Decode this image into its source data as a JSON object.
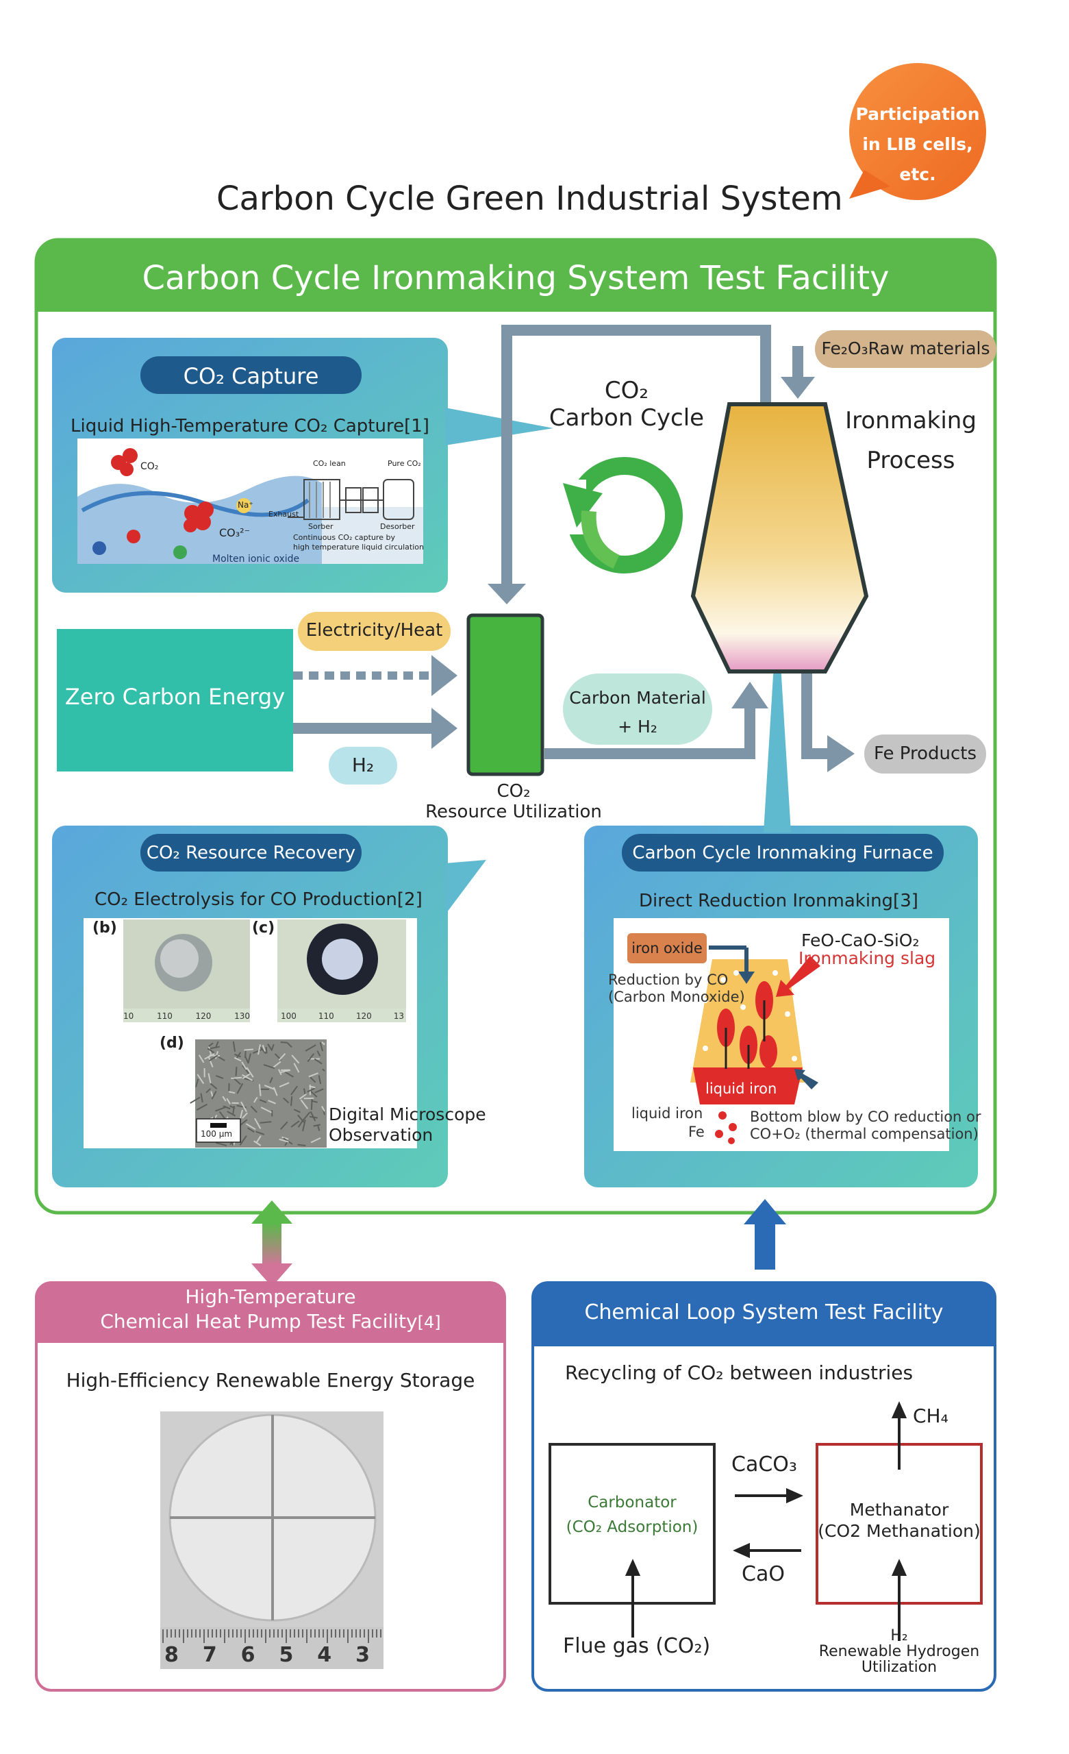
{
  "main_title": "Carbon Cycle Green Industrial System",
  "bubble": {
    "line1": "Participation",
    "line2": "in LIB cells,",
    "line3": "etc."
  },
  "facility_header": "Carbon Cycle Ironmaking System Test Facility",
  "capture": {
    "pill": "CO₂ Capture",
    "subtitle": "Liquid High-Temperature CO₂ Capture[1]",
    "image": {
      "co2": "CO₂",
      "co3": "CO₃²⁻",
      "na": "Na⁺",
      "co2_lean": "CO₂ lean",
      "pure_co2": "Pure CO₂",
      "exhaust": "Exhaust",
      "sorber": "Sorber",
      "desorber": "Desorber",
      "caption1": "Continuous CO₂ capture by",
      "caption2": "high temperature liquid circulation",
      "molten": "Molten ionic oxide"
    }
  },
  "cycle": {
    "line1": "CO₂",
    "line2": "Carbon Cycle"
  },
  "raw_materials": "Fe₂O₃Raw materials",
  "ironmaking": {
    "line1": "Ironmaking",
    "line2": "Process"
  },
  "electricity_heat": "Electricity/Heat",
  "zero_carbon": "Zero Carbon Energy",
  "h2": "H₂",
  "carbon_material": {
    "line1": "Carbon Material",
    "line2": "+ H₂"
  },
  "fe_products": "Fe Products",
  "resource_util": {
    "line1": "CO₂",
    "line2": "Resource Utilization"
  },
  "recovery": {
    "pill": "CO₂ Resource Recovery",
    "subtitle": "CO₂ Electrolysis for CO Production[2]",
    "label_b": "(b)",
    "label_c": "(c)",
    "label_d": "(d)",
    "ruler_b": [
      "10",
      "110",
      "120",
      "130"
    ],
    "ruler_c": [
      "100",
      "110",
      "120",
      "13"
    ],
    "scale_bar": "100 μm",
    "observation1": "Digital Microscope",
    "observation2": "Observation"
  },
  "furnace": {
    "pill": "Carbon Cycle Ironmaking Furnace",
    "subtitle": "Direct Reduction Ironmaking[3]",
    "iron_oxide": "iron oxide",
    "reduction1": "Reduction by CO",
    "reduction2": "(Carbon Monoxide)",
    "feo": "FeO-CaO-SiO₂",
    "slag": "Ironmaking slag",
    "liquid_iron_in": "liquid iron",
    "liquid_iron_fe1": "liquid iron",
    "liquid_iron_fe2": "Fe",
    "bottom1": "Bottom blow by CO reduction or",
    "bottom2": "CO+O₂ (thermal compensation)"
  },
  "heat_pump": {
    "title1": "High-Temperature",
    "title2": "Chemical Heat Pump Test Facility",
    "ref": "[4]",
    "subtitle": "High-Efficiency Renewable Energy Storage",
    "ruler": [
      "8",
      "7",
      "6",
      "5",
      "4",
      "3"
    ]
  },
  "chemloop": {
    "title": "Chemical Loop System Test Facility",
    "subtitle": "Recycling of CO₂ between industries",
    "carbonator1": "Carbonator",
    "carbonator2": "(CO₂ Adsorption)",
    "methanator1": "Methanator",
    "methanator2": "(CO2 Methanation)",
    "caco3": "CaCO₃",
    "cao": "CaO",
    "ch4": "CH₄",
    "flue": "Flue gas (CO₂)",
    "h2": "H₂",
    "renew1": "Renewable Hydrogen",
    "renew2": "Utilization"
  },
  "colors": {
    "green": "#5ab94a",
    "teal": "#32bfa9",
    "navy": "#1f5a8c",
    "pink": "#cf6f98",
    "blue": "#2b6bb5",
    "orange": "#f47b30",
    "arrow": "#7e95a8"
  }
}
